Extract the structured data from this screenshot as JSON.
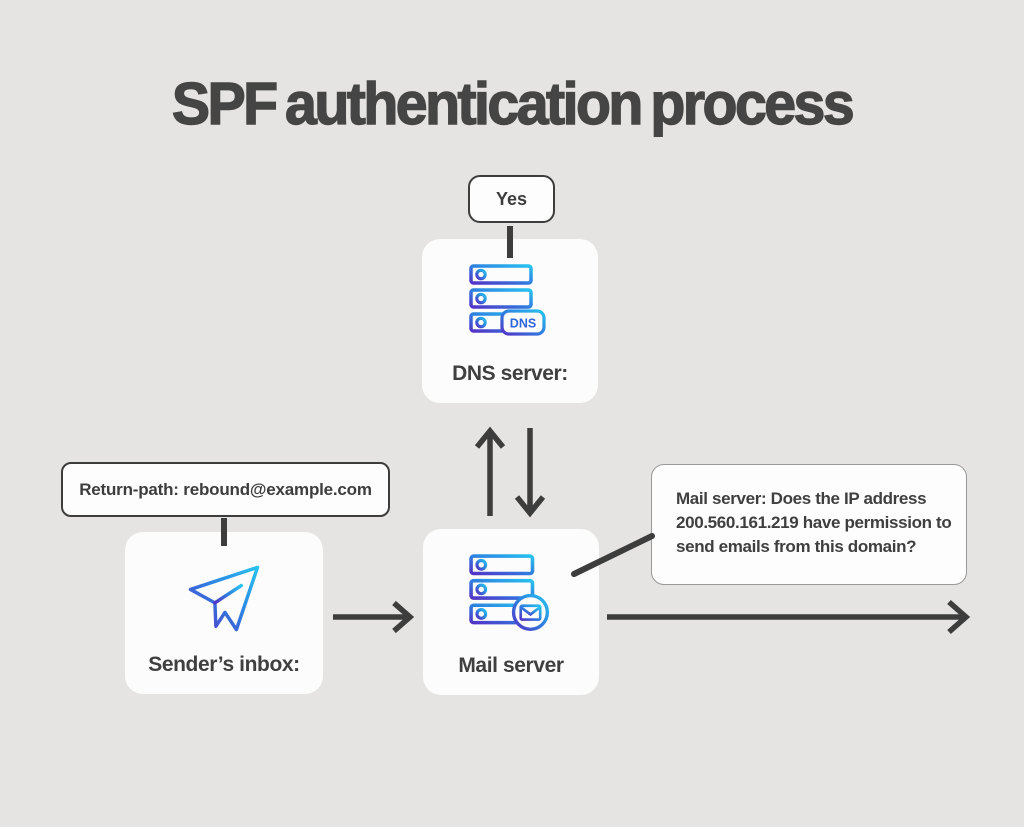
{
  "page": {
    "title": "SPF authentication process",
    "background": "#e5e4e2"
  },
  "colors": {
    "text": "#3f3f3f",
    "line": "#3d3d3d",
    "card_bg": "#fcfcfc",
    "box_border": "#3d3d3d",
    "bubble_border": "#999999",
    "icon_gradient_start": "#27c2f0",
    "icon_gradient_mid": "#2e7fe0",
    "icon_gradient_end": "#5433c6",
    "dns_badge_text": "#2e66dd"
  },
  "nodes": {
    "yes_label": {
      "text": "Yes"
    },
    "dns_server": {
      "label": "DNS server:",
      "badge": "DNS"
    },
    "return_path": {
      "text": "Return-path: rebound@example.com"
    },
    "sender_inbox": {
      "label": "Sender’s inbox:"
    },
    "mail_server": {
      "label": "Mail server"
    },
    "mail_server_question": {
      "lines": [
        "Mail server: Does the IP address",
        "200.560.161.219 have permission to",
        "send emails from this domain?"
      ]
    }
  }
}
